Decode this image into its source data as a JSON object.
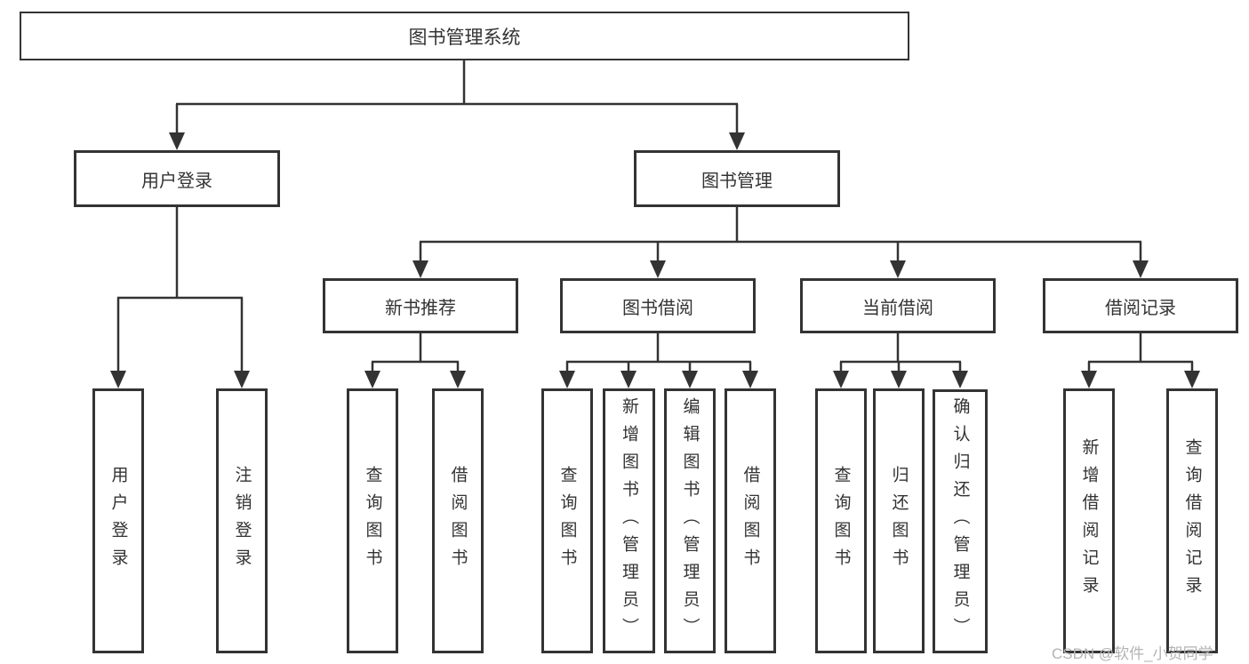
{
  "diagram": {
    "type": "hierarchy",
    "root": {
      "label": "图书管理系统"
    },
    "level2": [
      {
        "label": "用户登录",
        "parent": "图书管理系统"
      },
      {
        "label": "图书管理",
        "parent": "图书管理系统"
      }
    ],
    "level3": [
      {
        "label": "新书推荐",
        "parent": "图书管理"
      },
      {
        "label": "图书借阅",
        "parent": "图书管理"
      },
      {
        "label": "当前借阅",
        "parent": "图书管理"
      },
      {
        "label": "借阅记录",
        "parent": "图书管理"
      }
    ],
    "leaves": [
      {
        "label": "用户登录",
        "parent": "用户登录"
      },
      {
        "label": "注销登录",
        "parent": "用户登录"
      },
      {
        "label": "查询图书",
        "parent": "新书推荐"
      },
      {
        "label": "借阅图书",
        "parent": "新书推荐"
      },
      {
        "label": "查询图书",
        "parent": "图书借阅"
      },
      {
        "label": "新增图书（管理员）",
        "parent": "图书借阅"
      },
      {
        "label": "编辑图书（管理员）",
        "parent": "图书借阅"
      },
      {
        "label": "借阅图书",
        "parent": "图书借阅"
      },
      {
        "label": "查询图书",
        "parent": "当前借阅"
      },
      {
        "label": "归还图书",
        "parent": "当前借阅"
      },
      {
        "label": "确认归还（管理员）",
        "parent": "当前借阅"
      },
      {
        "label": "新增借阅记录",
        "parent": "借阅记录"
      },
      {
        "label": "查询借阅记录",
        "parent": "借阅记录"
      }
    ]
  },
  "watermark": {
    "text": "CSDN @软件_小贺同学"
  },
  "colors": {
    "line": "#333333",
    "text": "#333333",
    "background": "#ffffff",
    "watermark": "#b3b3b3"
  }
}
